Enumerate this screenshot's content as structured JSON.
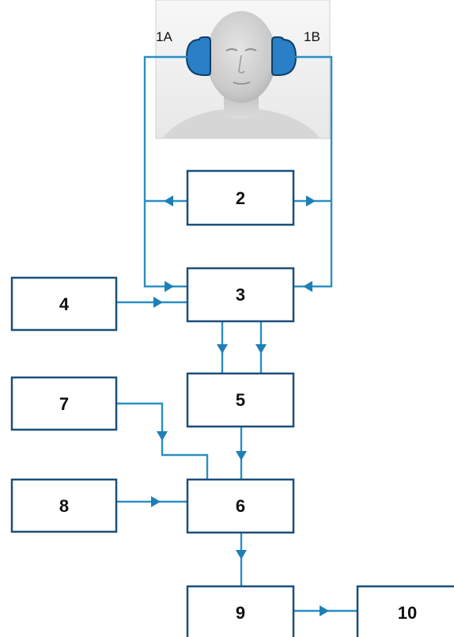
{
  "diagram": {
    "headphones": {
      "left_label": "1A",
      "right_label": "1B",
      "icon": "human-head-with-headphones"
    },
    "blocks": [
      {
        "id": "b2",
        "label": "2"
      },
      {
        "id": "b3",
        "label": "3"
      },
      {
        "id": "b4",
        "label": "4"
      },
      {
        "id": "b5",
        "label": "5"
      },
      {
        "id": "b6",
        "label": "6"
      },
      {
        "id": "b7",
        "label": "7"
      },
      {
        "id": "b8",
        "label": "8"
      },
      {
        "id": "b9",
        "label": "9"
      },
      {
        "id": "b10",
        "label": "10"
      }
    ],
    "connections": [
      {
        "from": "b2",
        "to": "1A"
      },
      {
        "from": "b2",
        "to": "1B"
      },
      {
        "from": "1A",
        "to": "b3"
      },
      {
        "from": "1B",
        "to": "b3"
      },
      {
        "from": "b4",
        "to": "b3"
      },
      {
        "from": "b3",
        "to": "b5"
      },
      {
        "from": "b3",
        "to": "b5"
      },
      {
        "from": "b5",
        "to": "b6"
      },
      {
        "from": "b7",
        "to": "b6"
      },
      {
        "from": "b8",
        "to": "b6"
      },
      {
        "from": "b6",
        "to": "b9"
      },
      {
        "from": "b9",
        "to": "b10"
      }
    ],
    "colors": {
      "line": "#2a8fc4",
      "arrow": "#1e7fb8",
      "box_border": "#1a4f7a",
      "earcup": "#2b7fc6"
    }
  }
}
